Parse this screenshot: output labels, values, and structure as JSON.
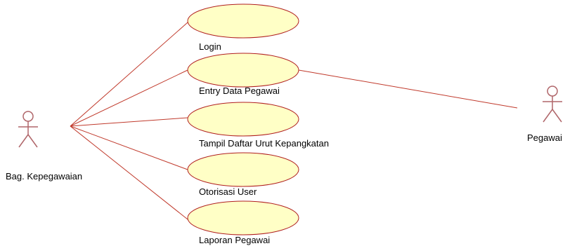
{
  "colors": {
    "line": "#c0392b",
    "usecase_fill": "#ffffc6",
    "usecase_stroke": "#b01e1e",
    "actor_stroke": "#b0666a",
    "text": "#000000"
  },
  "actors": [
    {
      "id": "bag-kepegawaian",
      "name": "Bag. Kepegawaian"
    },
    {
      "id": "pegawai",
      "name": "Pegawai"
    }
  ],
  "use_cases": [
    {
      "id": "login",
      "label": "Login"
    },
    {
      "id": "entry-data-pegawai",
      "label": "Entry Data Pegawai"
    },
    {
      "id": "tampil-daftar-urut-kepangkatan",
      "label": "Tampil Daftar Urut Kepangkatan"
    },
    {
      "id": "otorisasi-user",
      "label": "Otorisasi User"
    },
    {
      "id": "laporan-pegawai",
      "label": "Laporan Pegawai"
    }
  ],
  "associations": [
    {
      "actor": "bag-kepegawaian",
      "use_case": "login"
    },
    {
      "actor": "bag-kepegawaian",
      "use_case": "entry-data-pegawai"
    },
    {
      "actor": "bag-kepegawaian",
      "use_case": "tampil-daftar-urut-kepangkatan"
    },
    {
      "actor": "bag-kepegawaian",
      "use_case": "otorisasi-user"
    },
    {
      "actor": "bag-kepegawaian",
      "use_case": "laporan-pegawai"
    },
    {
      "actor": "pegawai",
      "use_case": "entry-data-pegawai"
    }
  ]
}
